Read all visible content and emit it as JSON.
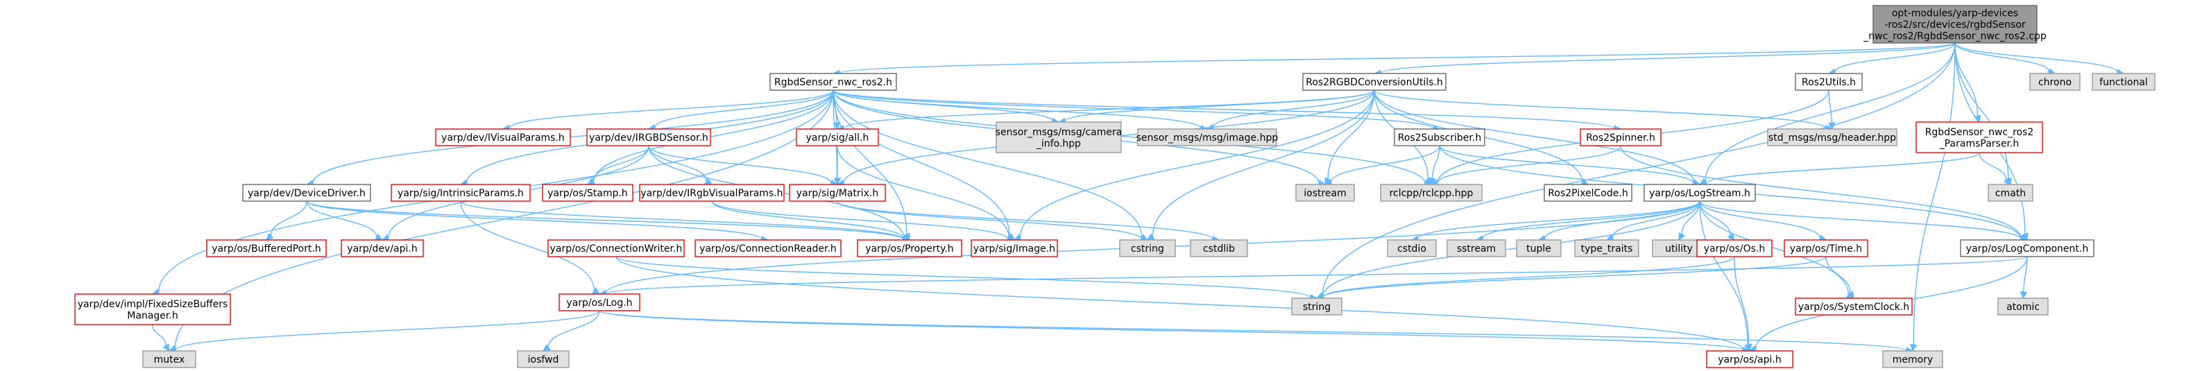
{
  "diagram": {
    "kind": "include-dependency-graph",
    "colors": {
      "edge": "#63b8ff",
      "focus_fill": "#999999",
      "external_fill": "#e0e0e0",
      "missing_border": "#ff0000",
      "default_border": "#666666"
    },
    "nodes": [
      {
        "id": "main",
        "style": "focus",
        "lines": [
          "opt-modules/yarp-devices",
          "-ros2/src/devices/rgbdSensor",
          "_nwc_ros2/RgbdSensor_nwc_ros2.cpp"
        ]
      },
      {
        "id": "rgbd_h",
        "style": "link",
        "lines": [
          "RgbdSensor_nwc_ros2.h"
        ]
      },
      {
        "id": "conv",
        "style": "link",
        "lines": [
          "Ros2RGBDConversionUtils.h"
        ]
      },
      {
        "id": "utils",
        "style": "link",
        "lines": [
          "Ros2Utils.h"
        ]
      },
      {
        "id": "chrono",
        "style": "ext",
        "lines": [
          "chrono"
        ]
      },
      {
        "id": "functional",
        "style": "ext",
        "lines": [
          "functional"
        ]
      },
      {
        "id": "ivisual",
        "style": "red",
        "lines": [
          "yarp/dev/IVisualParams.h"
        ]
      },
      {
        "id": "irgbd",
        "style": "red",
        "lines": [
          "yarp/dev/IRGBDSensor.h"
        ]
      },
      {
        "id": "sigall",
        "style": "red",
        "lines": [
          "yarp/sig/all.h"
        ]
      },
      {
        "id": "camerainfo",
        "style": "ext",
        "lines": [
          "sensor_msgs/msg/camera",
          "_info.hpp"
        ]
      },
      {
        "id": "imagehpp",
        "style": "ext",
        "lines": [
          "sensor_msgs/msg/image.hpp"
        ]
      },
      {
        "id": "subscriber",
        "style": "link",
        "lines": [
          "Ros2Subscriber.h"
        ]
      },
      {
        "id": "spinner",
        "style": "red",
        "lines": [
          "Ros2Spinner.h"
        ]
      },
      {
        "id": "header",
        "style": "ext",
        "lines": [
          "std_msgs/msg/header.hpp"
        ]
      },
      {
        "id": "parser",
        "style": "red",
        "lines": [
          "RgbdSensor_nwc_ros2",
          "_ParamsParser.h"
        ]
      },
      {
        "id": "devdriver",
        "style": "link",
        "lines": [
          "yarp/dev/DeviceDriver.h"
        ]
      },
      {
        "id": "intrinsic",
        "style": "red",
        "lines": [
          "yarp/sig/IntrinsicParams.h"
        ]
      },
      {
        "id": "stamp",
        "style": "red",
        "lines": [
          "yarp/os/Stamp.h"
        ]
      },
      {
        "id": "irgbvis",
        "style": "red",
        "lines": [
          "yarp/dev/IRgbVisualParams.h"
        ]
      },
      {
        "id": "matrix",
        "style": "red",
        "lines": [
          "yarp/sig/Matrix.h"
        ]
      },
      {
        "id": "iostream",
        "style": "ext",
        "lines": [
          "iostream"
        ]
      },
      {
        "id": "rclcpp",
        "style": "ext",
        "lines": [
          "rclcpp/rclcpp.hpp"
        ]
      },
      {
        "id": "pixelcode",
        "style": "link",
        "lines": [
          "Ros2PixelCode.h"
        ]
      },
      {
        "id": "logstream",
        "style": "link",
        "lines": [
          "yarp/os/LogStream.h"
        ]
      },
      {
        "id": "cmath",
        "style": "ext",
        "lines": [
          "cmath"
        ]
      },
      {
        "id": "bufport",
        "style": "red",
        "lines": [
          "yarp/os/BufferedPort.h"
        ]
      },
      {
        "id": "devapi",
        "style": "red",
        "lines": [
          "yarp/dev/api.h"
        ]
      },
      {
        "id": "connwriter",
        "style": "red",
        "lines": [
          "yarp/os/ConnectionWriter.h"
        ]
      },
      {
        "id": "connreader",
        "style": "red",
        "lines": [
          "yarp/os/ConnectionReader.h"
        ]
      },
      {
        "id": "property",
        "style": "red",
        "lines": [
          "yarp/os/Property.h"
        ]
      },
      {
        "id": "sigimage",
        "style": "red",
        "lines": [
          "yarp/sig/Image.h"
        ]
      },
      {
        "id": "cstring",
        "style": "ext",
        "lines": [
          "cstring"
        ]
      },
      {
        "id": "cstdlib",
        "style": "ext",
        "lines": [
          "cstdlib"
        ]
      },
      {
        "id": "cstdio",
        "style": "ext",
        "lines": [
          "cstdio"
        ]
      },
      {
        "id": "sstream",
        "style": "ext",
        "lines": [
          "sstream"
        ]
      },
      {
        "id": "tuple",
        "style": "ext",
        "lines": [
          "tuple"
        ]
      },
      {
        "id": "typetraits",
        "style": "ext",
        "lines": [
          "type_traits"
        ]
      },
      {
        "id": "utility",
        "style": "ext",
        "lines": [
          "utility"
        ]
      },
      {
        "id": "osh",
        "style": "red",
        "lines": [
          "yarp/os/Os.h"
        ]
      },
      {
        "id": "timeh",
        "style": "red",
        "lines": [
          "yarp/os/Time.h"
        ]
      },
      {
        "id": "logcomp",
        "style": "link",
        "lines": [
          "yarp/os/LogComponent.h"
        ]
      },
      {
        "id": "fixedsize",
        "style": "red",
        "lines": [
          "yarp/dev/impl/FixedSizeBuffers",
          "Manager.h"
        ]
      },
      {
        "id": "loghdr",
        "style": "red",
        "lines": [
          "yarp/os/Log.h"
        ]
      },
      {
        "id": "string",
        "style": "ext",
        "lines": [
          "string"
        ]
      },
      {
        "id": "sysclock",
        "style": "red",
        "lines": [
          "yarp/os/SystemClock.h"
        ]
      },
      {
        "id": "atomic",
        "style": "ext",
        "lines": [
          "atomic"
        ]
      },
      {
        "id": "mutex",
        "style": "ext",
        "lines": [
          "mutex"
        ]
      },
      {
        "id": "iosfwd",
        "style": "ext",
        "lines": [
          "iosfwd"
        ]
      },
      {
        "id": "osapi",
        "style": "red",
        "lines": [
          "yarp/os/api.h"
        ]
      },
      {
        "id": "memory",
        "style": "ext",
        "lines": [
          "memory"
        ]
      }
    ],
    "edges": [
      [
        "main",
        "rgbd_h"
      ],
      [
        "main",
        "conv"
      ],
      [
        "main",
        "utils"
      ],
      [
        "main",
        "chrono"
      ],
      [
        "main",
        "functional"
      ],
      [
        "main",
        "logstream"
      ],
      [
        "main",
        "logcomp"
      ],
      [
        "main",
        "cmath"
      ],
      [
        "main",
        "parser"
      ],
      [
        "main",
        "string"
      ],
      [
        "main",
        "memory"
      ],
      [
        "rgbd_h",
        "ivisual"
      ],
      [
        "rgbd_h",
        "irgbd"
      ],
      [
        "rgbd_h",
        "sigall"
      ],
      [
        "rgbd_h",
        "camerainfo"
      ],
      [
        "rgbd_h",
        "imagehpp"
      ],
      [
        "rgbd_h",
        "subscriber"
      ],
      [
        "rgbd_h",
        "spinner"
      ],
      [
        "rgbd_h",
        "devdriver"
      ],
      [
        "rgbd_h",
        "intrinsic"
      ],
      [
        "rgbd_h",
        "stamp"
      ],
      [
        "rgbd_h",
        "matrix"
      ],
      [
        "rgbd_h",
        "property"
      ],
      [
        "rgbd_h",
        "sigimage"
      ],
      [
        "rgbd_h",
        "iostream"
      ],
      [
        "rgbd_h",
        "rclcpp"
      ],
      [
        "rgbd_h",
        "fixedsize"
      ],
      [
        "rgbd_h",
        "mutex"
      ],
      [
        "rgbd_h",
        "cstring"
      ],
      [
        "conv",
        "camerainfo"
      ],
      [
        "conv",
        "imagehpp"
      ],
      [
        "conv",
        "header"
      ],
      [
        "conv",
        "pixelcode"
      ],
      [
        "conv",
        "matrix"
      ],
      [
        "conv",
        "sigimage"
      ],
      [
        "conv",
        "iostream"
      ],
      [
        "conv",
        "rclcpp"
      ],
      [
        "conv",
        "cstring"
      ],
      [
        "conv",
        "logstream"
      ],
      [
        "conv",
        "sigall"
      ],
      [
        "utils",
        "header"
      ],
      [
        "utils",
        "rclcpp"
      ],
      [
        "irgbd",
        "stamp"
      ],
      [
        "irgbd",
        "irgbvis"
      ],
      [
        "irgbd",
        "property"
      ],
      [
        "irgbd",
        "devapi"
      ],
      [
        "irgbd",
        "matrix"
      ],
      [
        "sigall",
        "matrix"
      ],
      [
        "sigall",
        "sigimage"
      ],
      [
        "subscriber",
        "rclcpp"
      ],
      [
        "subscriber",
        "logstream"
      ],
      [
        "subscriber",
        "logcomp"
      ],
      [
        "subscriber",
        "iostream"
      ],
      [
        "spinner",
        "rclcpp"
      ],
      [
        "spinner",
        "logcomp"
      ],
      [
        "parser",
        "cmath"
      ],
      [
        "parser",
        "logstream"
      ],
      [
        "devdriver",
        "bufport"
      ],
      [
        "devdriver",
        "devapi"
      ],
      [
        "devdriver",
        "property"
      ],
      [
        "devdriver",
        "connreader"
      ],
      [
        "intrinsic",
        "property"
      ],
      [
        "intrinsic",
        "loghdr"
      ],
      [
        "irgbvis",
        "property"
      ],
      [
        "irgbvis",
        "sigimage"
      ],
      [
        "matrix",
        "cstring"
      ],
      [
        "matrix",
        "cstdlib"
      ],
      [
        "logstream",
        "cstdio"
      ],
      [
        "logstream",
        "sstream"
      ],
      [
        "logstream",
        "tuple"
      ],
      [
        "logstream",
        "typetraits"
      ],
      [
        "logstream",
        "utility"
      ],
      [
        "logstream",
        "osh"
      ],
      [
        "logstream",
        "timeh"
      ],
      [
        "logstream",
        "logcomp"
      ],
      [
        "logstream",
        "loghdr"
      ],
      [
        "logstream",
        "string"
      ],
      [
        "logstream",
        "osapi"
      ],
      [
        "logstream",
        "sysclock"
      ],
      [
        "connwriter",
        "string"
      ],
      [
        "connwriter",
        "osapi"
      ],
      [
        "osh",
        "string"
      ],
      [
        "osh",
        "osapi"
      ],
      [
        "timeh",
        "sysclock"
      ],
      [
        "timeh",
        "string"
      ],
      [
        "logcomp",
        "loghdr"
      ],
      [
        "logcomp",
        "atomic"
      ],
      [
        "logcomp",
        "osapi"
      ],
      [
        "fixedsize",
        "mutex"
      ],
      [
        "loghdr",
        "iosfwd"
      ],
      [
        "loghdr",
        "mutex"
      ],
      [
        "loghdr",
        "memory"
      ],
      [
        "loghdr",
        "osapi"
      ]
    ]
  }
}
